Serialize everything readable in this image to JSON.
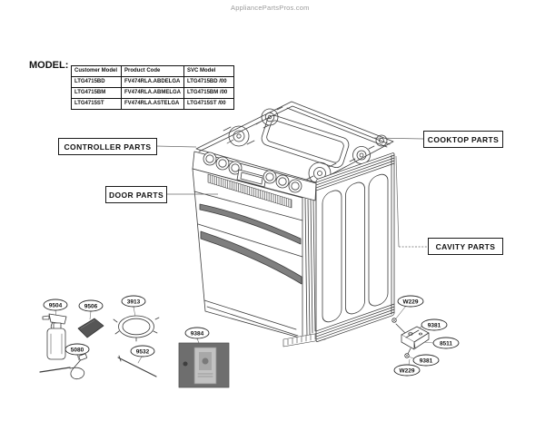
{
  "page": {
    "watermark": "AppliancePartsPros.com"
  },
  "model_table": {
    "label": "MODEL:",
    "headers": [
      "Customer Model",
      "Product Code",
      "SVC Model"
    ],
    "rows": [
      [
        "LTG4715BD",
        "FV474RLA.ABDELGA",
        "LTG4715BD /00"
      ],
      [
        "LTG4715BM",
        "FV474RLA.ABMELGA",
        "LTG4715BM /00"
      ],
      [
        "LTG4715ST",
        "FV474RLA.ASTELGA",
        "LTG4715ST /00"
      ]
    ]
  },
  "section_labels": {
    "controller": "CONTROLLER PARTS",
    "door": "DOOR PARTS",
    "cooktop": "COOKTOP PARTS",
    "cavity": "CAVITY PARTS"
  },
  "callouts": {
    "left": [
      "9504",
      "9506",
      "3913",
      "5080",
      "9532",
      "9384"
    ],
    "right": [
      "W229",
      "9381",
      "8511",
      "9381",
      "W229"
    ]
  },
  "colors": {
    "line": "#3c3c3c",
    "leader": "#6a6a6a",
    "handle_fill": "#7f7f7f",
    "pad_fill": "#565656",
    "photo_bg": "#6e6e6e",
    "photo_pkg": "#c2c2c2",
    "watermark": "#9b9b9b"
  }
}
